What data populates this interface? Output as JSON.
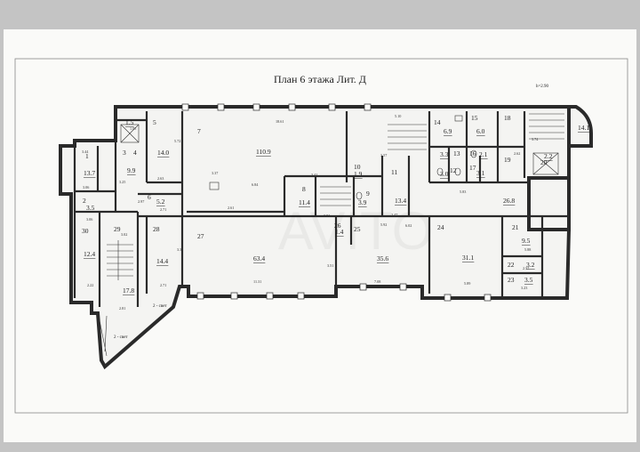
{
  "plan": {
    "title": "План 6 этажа  Лит. Д",
    "height_note": "h=2.90",
    "stair_note_1": "2 - свет",
    "stair_note_2": "2 - свет"
  },
  "rooms": [
    {
      "no": "1",
      "area": "13.7"
    },
    {
      "no": "2",
      "area": "3.5"
    },
    {
      "no": "3",
      "area": "9.9"
    },
    {
      "no": "4",
      "area": "14.0"
    },
    {
      "no": "5",
      "area": ""
    },
    {
      "no": "6",
      "area": "5.2"
    },
    {
      "no": "7",
      "area": "110.9"
    },
    {
      "no": "8",
      "area": "11.4"
    },
    {
      "no": "9",
      "area": "3.9"
    },
    {
      "no": "10",
      "area": "1.9"
    },
    {
      "no": "11",
      "area": "13.4"
    },
    {
      "no": "12",
      "area": "3.0"
    },
    {
      "no": "13",
      "area": "3.3"
    },
    {
      "no": "14",
      "area": "6.9"
    },
    {
      "no": "15",
      "area": "6.0"
    },
    {
      "no": "16",
      "area": "2.1"
    },
    {
      "no": "17",
      "area": "3.1"
    },
    {
      "no": "18",
      "area": ""
    },
    {
      "no": "19",
      "area": "26.8"
    },
    {
      "no": "20",
      "area": "2.2"
    },
    {
      "no": "21",
      "area": "9.5"
    },
    {
      "no": "22",
      "area": "3.2"
    },
    {
      "no": "23",
      "area": "3.5"
    },
    {
      "no": "24",
      "area": "31.1"
    },
    {
      "no": "25",
      "area": "35.6"
    },
    {
      "no": "26",
      "area": "1.4"
    },
    {
      "no": "27",
      "area": "63.4"
    },
    {
      "no": "28",
      "area": "14.4"
    },
    {
      "no": "29",
      "area": "17.8"
    },
    {
      "no": "30",
      "area": "12.4"
    }
  ],
  "extra_areas": {
    "stair_top": "1.5",
    "right_stair": "14.1"
  },
  "dimensions": [
    "18.61",
    "5.10",
    "3.44",
    "5.72",
    "3.06",
    "2.63",
    "6.84",
    "3.37",
    "2.61",
    "3.51",
    "5.92",
    "11.31",
    "7.08",
    "5.89",
    "3.02",
    "2.81",
    "2.71",
    "2.71",
    "3.31",
    "3.51",
    "2.22",
    "3.06",
    "2.97",
    "3.74",
    "6.02",
    "2.62",
    "5.83",
    "5.88",
    "2.47",
    "3.23",
    "1.05",
    "3.25",
    "3.57",
    "3.41",
    "2.57"
  ]
}
